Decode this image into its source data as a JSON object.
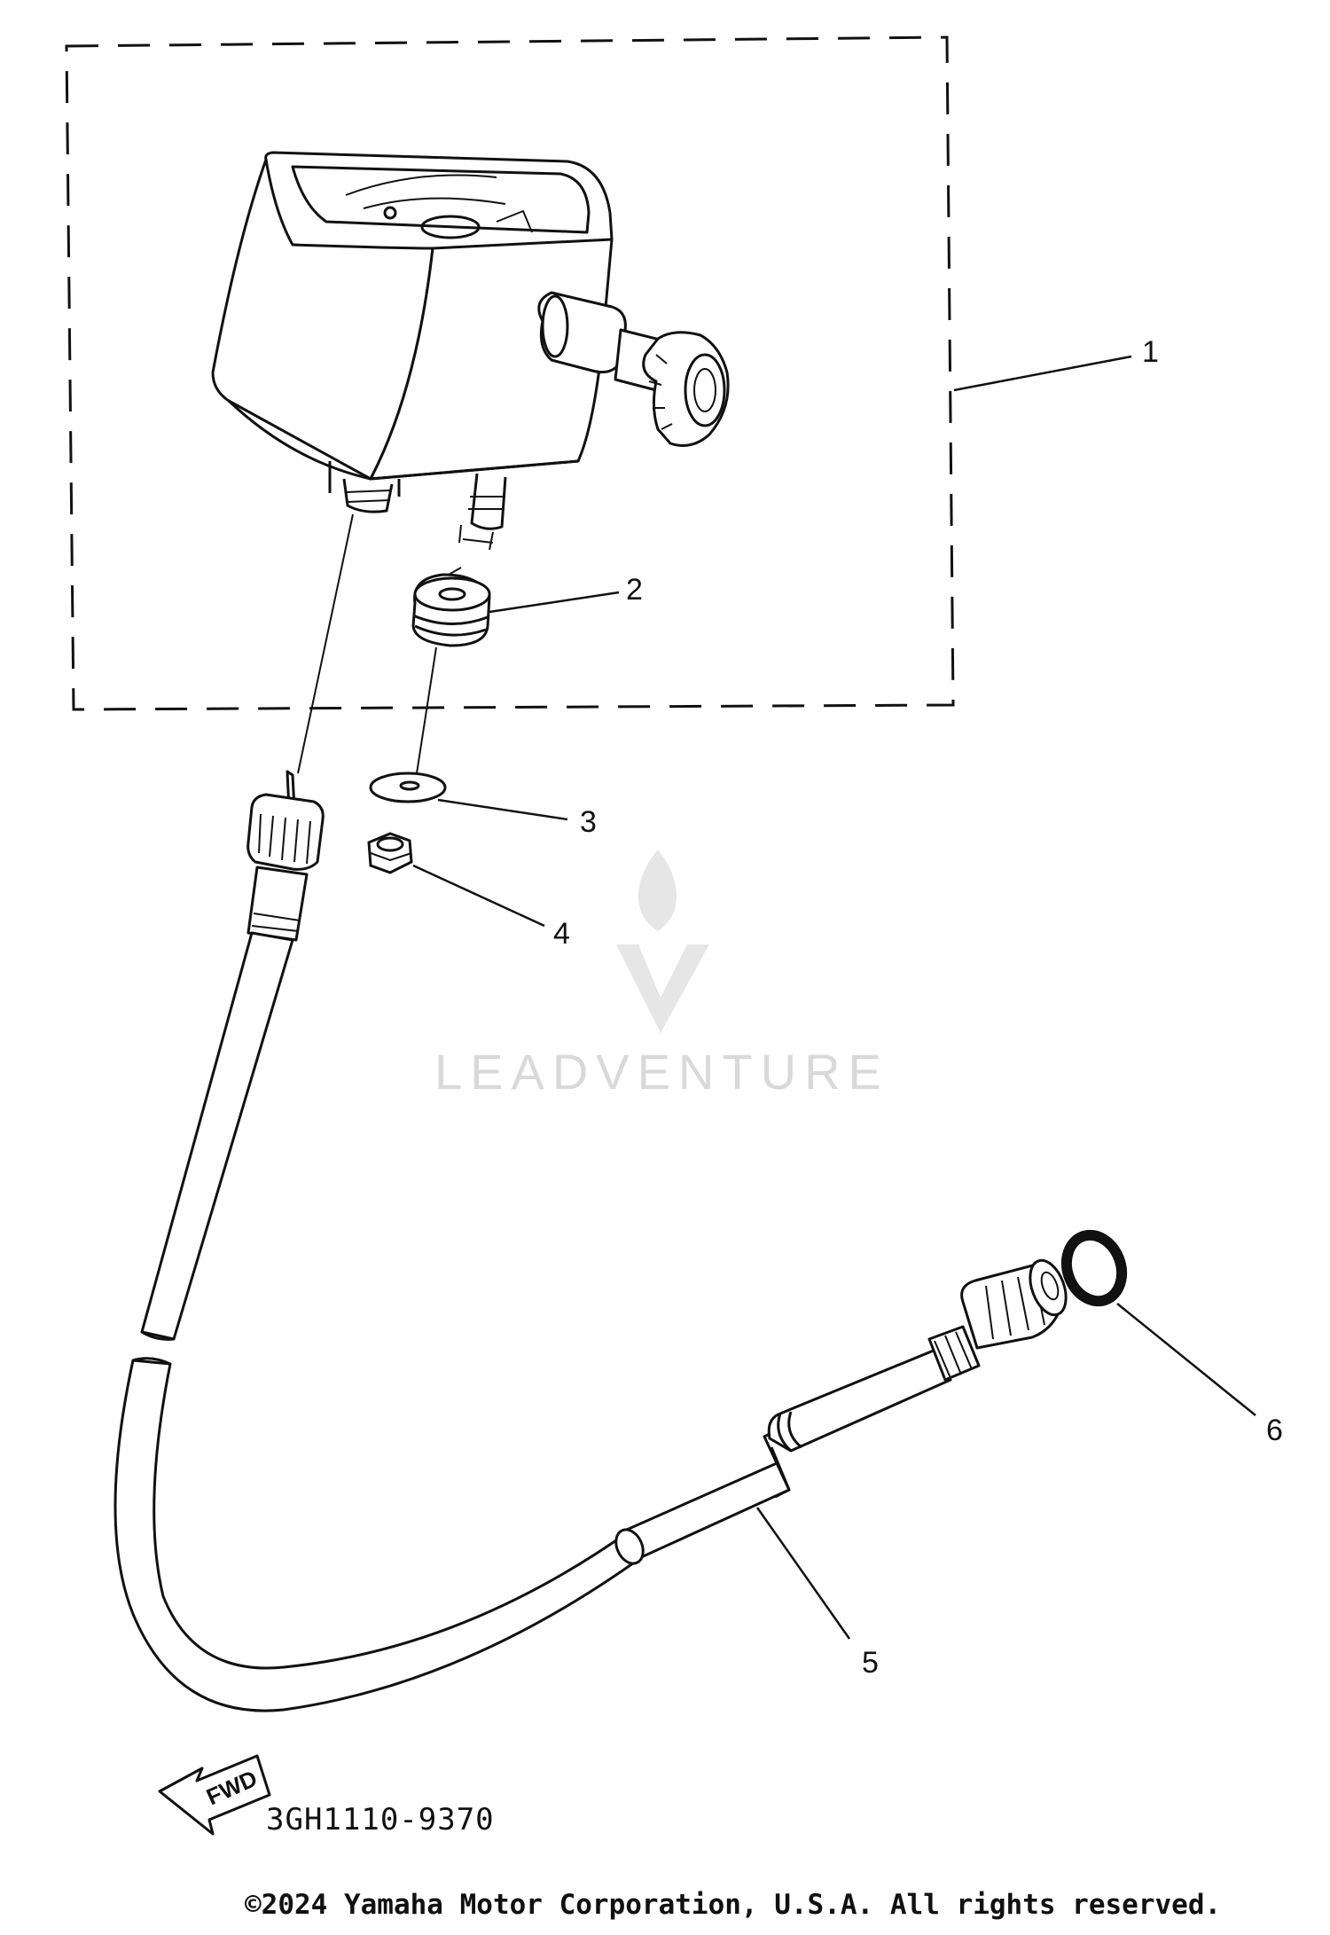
{
  "diagram": {
    "callouts": [
      {
        "id": "1",
        "label": "1"
      },
      {
        "id": "2",
        "label": "2"
      },
      {
        "id": "3",
        "label": "3"
      },
      {
        "id": "4",
        "label": "4"
      },
      {
        "id": "5",
        "label": "5"
      },
      {
        "id": "6",
        "label": "6"
      }
    ],
    "direction_label": "FWD",
    "part_code": "3GH1110-9370",
    "watermark": "LEADVENTURE",
    "copyright": "©2024 Yamaha Motor Corporation, U.S.A. All rights reserved."
  }
}
